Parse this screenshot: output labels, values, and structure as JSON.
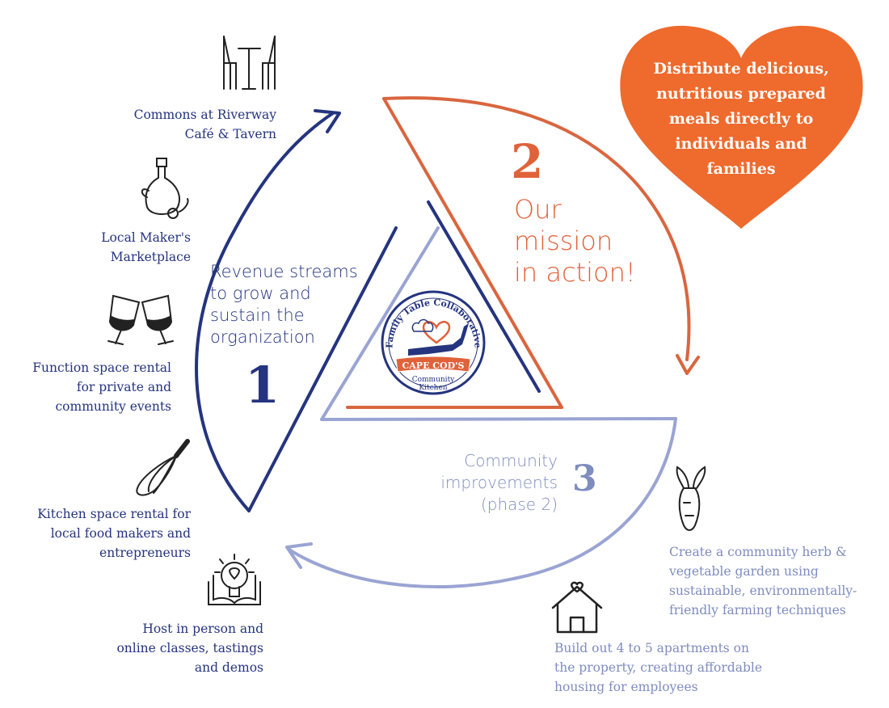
{
  "colors": {
    "navy": "#25347e",
    "orange": "#e0623a",
    "heart": "#ee6a2d",
    "lavender": "#9aa4d3",
    "ink": "#222222"
  },
  "heart": {
    "lines": [
      "Distribute delicious,",
      "nutritious prepared",
      "meals directly to",
      "individuals and",
      "families"
    ]
  },
  "section1": {
    "number": "1",
    "lines": [
      "Revenue streams",
      "to grow and",
      "sustain the",
      "organization"
    ]
  },
  "section2": {
    "number": "2",
    "lines": [
      "Our",
      "mission",
      "in action!"
    ]
  },
  "section3": {
    "number": "3",
    "lines": [
      "Community",
      "improvements",
      "(phase 2)"
    ]
  },
  "revenue_items": [
    {
      "icon": "cafe-table-chairs-icon",
      "lines": [
        "Commons at Riverway",
        "Café & Tavern"
      ]
    },
    {
      "icon": "olive-oil-bottle-icon",
      "lines": [
        "Local Maker's",
        "Marketplace"
      ]
    },
    {
      "icon": "wine-glasses-icon",
      "lines": [
        "Function space rental",
        "for private and",
        "community events"
      ]
    },
    {
      "icon": "whisk-icon",
      "lines": [
        "Kitchen space rental for",
        "local food makers and",
        "entrepreneurs"
      ]
    },
    {
      "icon": "lightbulb-book-icon",
      "lines": [
        "Host in person and",
        "online classes, tastings",
        "and demos"
      ]
    }
  ],
  "improvement_items": [
    {
      "icon": "carrot-icon",
      "lines": [
        "Create a community herb &",
        "vegetable garden using",
        "sustainable, environmentally-",
        "friendly farming techniques"
      ]
    },
    {
      "icon": "house-heart-icon",
      "lines": [
        "Build out 4 to 5 apartments on",
        "the property, creating affordable",
        "housing for employees"
      ]
    }
  ],
  "logo": {
    "arc_text": "Family Table Collaborative",
    "banner_text": "CAPE COD'S",
    "sub_lines": [
      "Community",
      "Kitchen"
    ]
  }
}
